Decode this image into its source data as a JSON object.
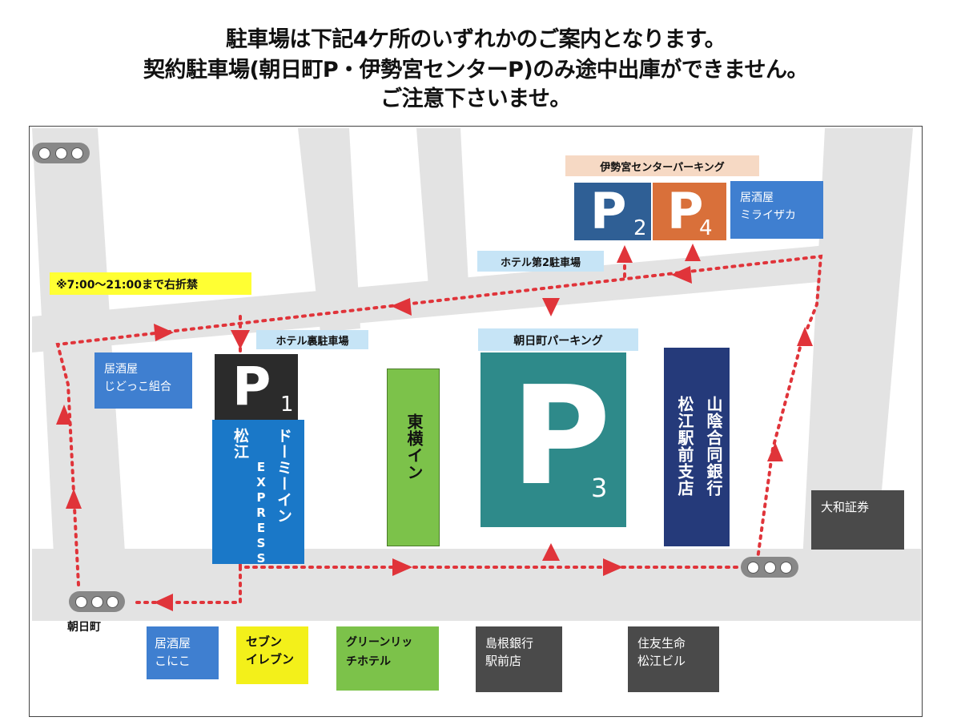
{
  "header": {
    "line1": "駐車場は下記4ケ所のいずれかのご案内となります。",
    "line2": "契約駐車場(朝日町P・伊勢宮センターP)のみ途中出庫ができません。",
    "line3": "ご注意下さいませ。"
  },
  "notice": "※7:00～21:00まで右折禁",
  "parking": {
    "p1": {
      "letter": "P",
      "number": "1",
      "label": "ホテル裏駐車場"
    },
    "p2": {
      "letter": "P",
      "number": "2"
    },
    "p3": {
      "letter": "P",
      "number": "3",
      "label": "朝日町パーキング"
    },
    "p4": {
      "letter": "P",
      "number": "4"
    },
    "p24_label": "伊勢宮センターパーキング",
    "hotel2_label": "ホテル第2駐車場"
  },
  "buildings": {
    "dormy_left": "松江",
    "dormy_right": "ドーミーイン",
    "dormy_express": "EXPRESS",
    "toyoko": "東横イン",
    "bank_right": "山陰合同銀行",
    "bank_left": "松江駅前支店",
    "daiwa": "大和証券",
    "izakaya_miraizaka_1": "居酒屋",
    "izakaya_miraizaka_2": "ミライザカ",
    "izakaya_jidokko_1": "居酒屋",
    "izakaya_jidokko_2": "じどっこ組合",
    "izakaya_nikoniko_1": "居酒屋",
    "izakaya_nikoniko_2": "こにこ",
    "seven_1": "セブン",
    "seven_2": "イレブン",
    "green_1": "グリーンリッ",
    "green_2": "チホテル",
    "shimane_1": "島根銀行",
    "shimane_2": "駅前店",
    "sumitomo_1": "住友生命",
    "sumitomo_2": "松江ビル"
  },
  "places": {
    "asahimachi": "朝日町"
  },
  "colors": {
    "road": "#e4e4e4",
    "route": "#e0343a",
    "dormy": "#1a78c8",
    "p1": "#2b2b2b",
    "p2": "#2f5f95",
    "p3": "#2e8a8a",
    "p4": "#d9703a",
    "toyoko": "#7cc24a",
    "bank": "#253a7a",
    "izakaya": "#3f7fd0",
    "seven": "#f3f01a",
    "green": "#7cc24a",
    "dark": "#4a4a4a",
    "tag_blue": "#c6e4f6",
    "tag_orange": "#f6d9c4",
    "notice_yellow": "#ffff33"
  },
  "icons": [
    "traffic-light-icon",
    "route-arrow-icon"
  ]
}
